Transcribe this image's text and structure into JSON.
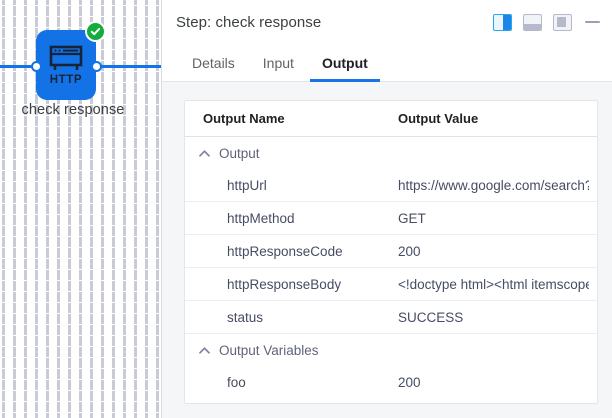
{
  "canvas": {
    "node": {
      "label": "check response",
      "icon": "http-node-icon",
      "icon_text": "HTTP",
      "color": "#1373e6",
      "status": "success",
      "status_icon": "check-circle-icon",
      "status_color": "#14ac3c"
    }
  },
  "panel": {
    "title": "Step: check response",
    "actions": [
      {
        "name": "layout-split-right",
        "icon": "panel-right-icon",
        "active": true
      },
      {
        "name": "layout-bottom",
        "icon": "panel-bottom-icon",
        "active": false
      },
      {
        "name": "layout-left",
        "icon": "panel-left-icon",
        "active": false
      },
      {
        "name": "minimize",
        "icon": "minimize-icon",
        "active": false
      }
    ],
    "tabs": [
      {
        "label": "Details",
        "active": false
      },
      {
        "label": "Input",
        "active": false
      },
      {
        "label": "Output",
        "active": true
      }
    ],
    "accent_color": "#1a73e8"
  },
  "table": {
    "headers": {
      "name": "Output Name",
      "value": "Output Value"
    },
    "groups": [
      {
        "label": "Output",
        "expanded": true,
        "rows": [
          {
            "name": "httpUrl",
            "value": "https://www.google.com/search?q="
          },
          {
            "name": "httpMethod",
            "value": "GET"
          },
          {
            "name": "httpResponseCode",
            "value": "200"
          },
          {
            "name": "httpResponseBody",
            "value": "<!doctype html><html itemscope=\""
          },
          {
            "name": "status",
            "value": "SUCCESS"
          }
        ]
      },
      {
        "label": "Output Variables",
        "expanded": true,
        "rows": [
          {
            "name": "foo",
            "value": "200"
          }
        ]
      }
    ]
  }
}
